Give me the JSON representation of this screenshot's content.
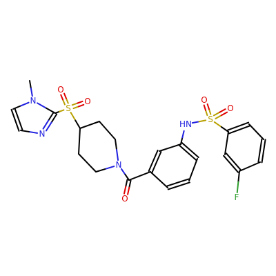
{
  "molecule": {
    "atom_labels": [
      {
        "id": "n-methyl",
        "text": "N",
        "element": "N"
      },
      {
        "id": "n-ring",
        "text": "N",
        "element": "N"
      },
      {
        "id": "s-imidazole-sulfonyl",
        "text": "S",
        "element": "S"
      },
      {
        "id": "o-sulfonyl-1a",
        "text": "O",
        "element": "O"
      },
      {
        "id": "o-sulfonyl-1b",
        "text": "O",
        "element": "O"
      },
      {
        "id": "n-piperidine",
        "text": "N",
        "element": "N"
      },
      {
        "id": "o-carbonyl",
        "text": "O",
        "element": "O"
      },
      {
        "id": "nh-sulfonamide",
        "text": "HN",
        "element": "N"
      },
      {
        "id": "s-sulfonamide",
        "text": "S",
        "element": "S"
      },
      {
        "id": "o-sulfonyl-2a",
        "text": "O",
        "element": "O"
      },
      {
        "id": "o-sulfonyl-2b",
        "text": "O",
        "element": "O"
      },
      {
        "id": "f-fluoro",
        "text": "F",
        "element": "F"
      }
    ],
    "element_colors": {
      "C": "#000000",
      "N": "#1f1fe0",
      "O": "#e00000",
      "S": "#b8a000",
      "F": "#2e9e2e"
    }
  }
}
